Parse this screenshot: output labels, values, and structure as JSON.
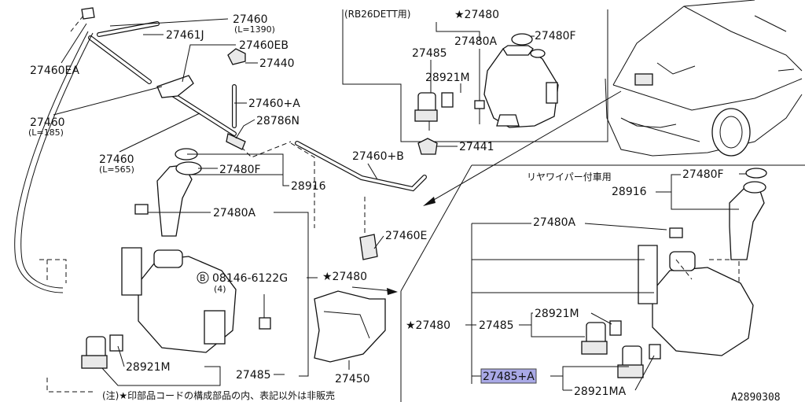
{
  "header": {
    "variant_note": "(RB26DETT用)",
    "star_part_top": "★27480",
    "rear_wiper_note": "リヤワイパー付車用"
  },
  "labels": {
    "p27460_top": "27460",
    "p27460_top_len": "(L=1390)",
    "p27461J": "27461J",
    "p27460EB": "27460EB",
    "p27440": "27440",
    "p27460EA": "27460EA",
    "p27460_185": "27460",
    "p27460_185_len": "(L=185)",
    "p27460_565": "27460",
    "p27460_565_len": "(L=565)",
    "p27460A": "27460+A",
    "p28786N": "28786N",
    "p27460B": "27460+B",
    "p27441": "27441",
    "p27480F_left": "27480F",
    "p28916_left": "28916",
    "p27480A_left": "27480A",
    "p27460E": "27460E",
    "bolt_code": "08146-6122G",
    "bolt_qty": "(4)",
    "bolt_mark": "B",
    "star_27480_left": "★27480",
    "p28921M_left": "28921M",
    "p27485_left": "27485",
    "p27450": "27450",
    "p27480A_inset": "27480A",
    "p27480F_inset": "27480F",
    "p27485_inset": "27485",
    "p28921M_inset": "28921M",
    "p27480F_right": "27480F",
    "p28916_right": "28916",
    "p27480A_right": "27480A",
    "star_27480_right": "★27480",
    "p27485_right": "27485",
    "p28921M_right": "28921M",
    "p27485A_highlight": "27485+A",
    "p28921MA": "28921MA"
  },
  "footer": {
    "note": "(注)★印部品コードの構成部品の内、表記以外は非販売",
    "diagram_code": "A2890308"
  },
  "colors": {
    "line": "#111111",
    "highlight": "#a9a9e6",
    "background": "#ffffff"
  }
}
